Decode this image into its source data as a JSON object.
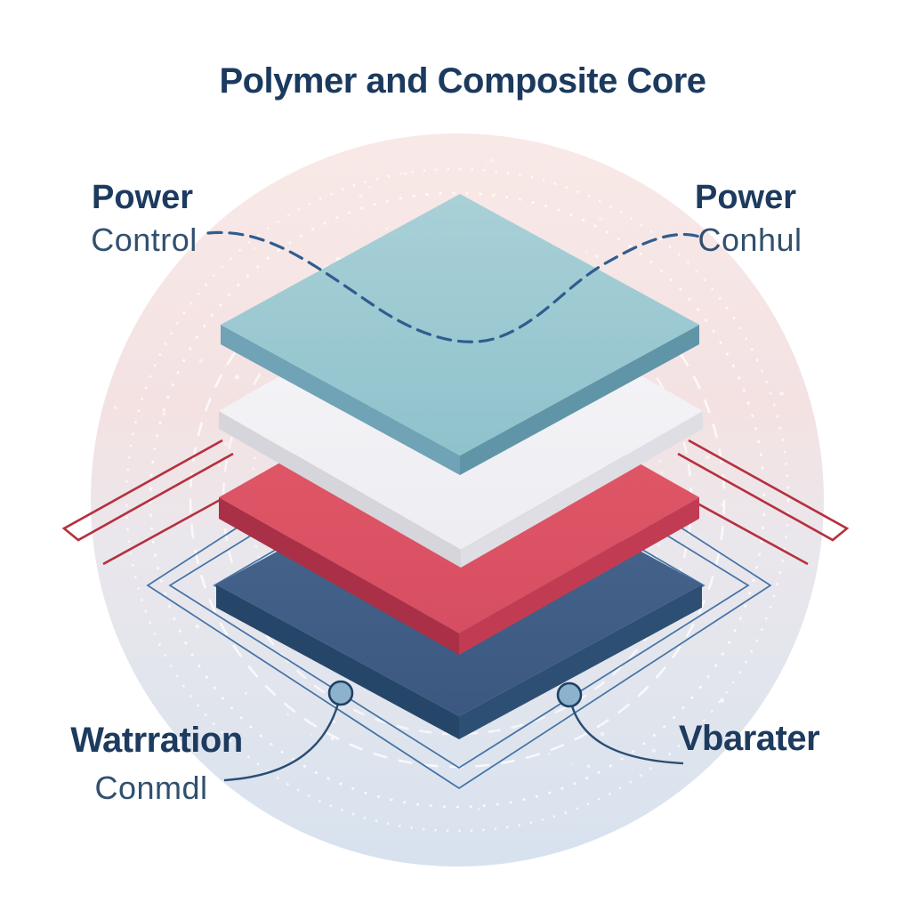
{
  "title": {
    "text": "Polymer and Composite Core"
  },
  "callouts": {
    "top_left": {
      "primary": "Power",
      "secondary": "Control"
    },
    "top_right": {
      "primary": "Power",
      "secondary": "Conhul"
    },
    "bottom_left": {
      "primary": "Watrration",
      "secondary": "Conmdl"
    },
    "bottom_right": {
      "primary": "Vbarater"
    }
  },
  "layers": [
    {
      "id": "top-teal",
      "top_color": "#a9d0d7",
      "top_color_2": "#8fc2cc",
      "left_color": "#6fa3b5",
      "right_color": "#6095a8"
    },
    {
      "id": "upper-white",
      "top_color": "#f7f6f8",
      "top_color_2": "#ededf2",
      "left_color": "#d6d5db",
      "right_color": "#dfdee4"
    },
    {
      "id": "middle-red",
      "top_color": "#e35b69",
      "top_color_2": "#d64e61",
      "left_color": "#a93046",
      "right_color": "#c13c52"
    },
    {
      "id": "bottom-navy",
      "top_color": "#4a678f",
      "top_color_2": "#3b5880",
      "left_color": "#264669",
      "right_color": "#2e4f74"
    }
  ],
  "colors": {
    "title_text": "#1b3a5e",
    "label_bold": "#1d3b5f",
    "label_light": "#31506e",
    "dashed_line": "#2f5d8f",
    "connector": "#2a4d73",
    "wireframe": "#3a6ca3",
    "chevron": "#b5303f",
    "dot_fill": "#8db2cd",
    "dot_stroke": "#1f4166",
    "blob_top": "#f8e9e7",
    "blob_mid": "#f4e2e3",
    "blob_mid2": "#eae7ec",
    "blob_bottom": "#d7e2ee",
    "arc_color": "#ffffff"
  }
}
